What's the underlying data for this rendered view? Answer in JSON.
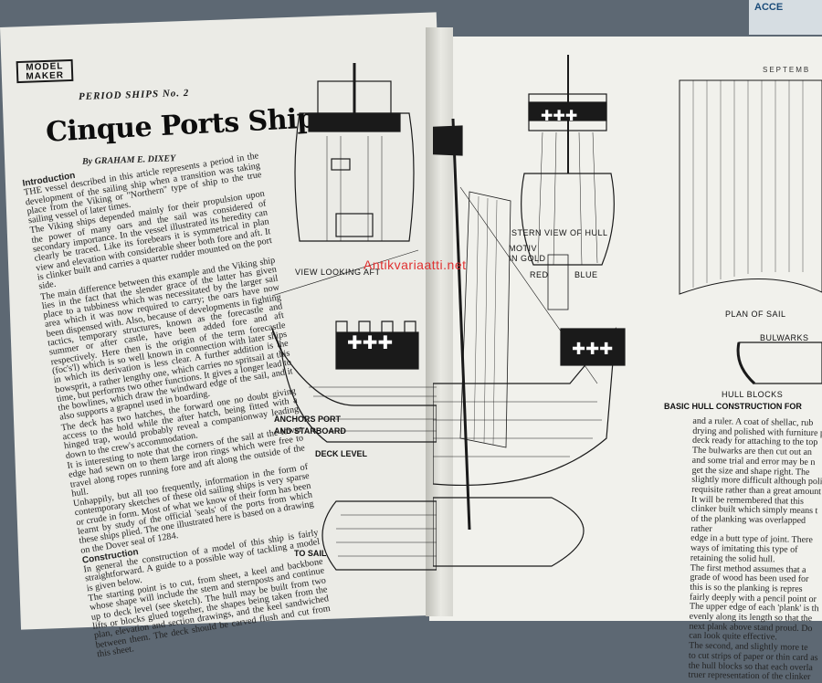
{
  "magazine": {
    "logo": "MODEL MAKER",
    "month_fragment": "SEPTEMB",
    "cover_edge_text": "ACCE"
  },
  "article": {
    "series": "PERIOD SHIPS No. 2",
    "title": "Cinque Ports Ship",
    "byline": "By GRAHAM E. DIXEY",
    "sections": [
      {
        "heading": "Introduction",
        "paragraphs": [
          "THE vessel described in this article represents a period in the development of the sailing ship when a transition was taking place from the Viking or \"Northern\" type of ship to the true sailing vessel of later times.",
          "The Viking ships depended mainly for their propulsion upon the power of many oars and the sail was considered of secondary importance. In the vessel illustrated its heredity can clearly be traced. Like its forebears it is symmetrical in plan view and elevation with considerable sheer both fore and aft. It is clinker built and carries a quarter rudder mounted on the port side.",
          "The main difference between this example and the Viking ship lies in the fact that the slender grace of the latter has given place to a tubbiness which was necessitated by the larger sail area which it was now required to carry; the oars have now been dispensed with. Also, because of developments in fighting tactics, temporary structures, known as the forecastle and summer or after castle, have been added fore and aft respectively. Here then is the origin of the term forecastle (foc's'l) which is so well known in connection with later ships in which its derivation is less clear. A further addition is the bowsprit, a rather lengthy one, which carries no spritsail at this time, but performs two other functions. It gives a longer lead to the bowlines, which draw the windward edge of the sail, and it also supports a grapnel used in boarding.",
          "The deck has two hatches, the forward one no doubt giving access to the hold while the after hatch, being fitted with a hinged trap, would probably reveal a companionway leading down to the crew's accommodation.",
          "It is interesting to note that the corners of the sail at the lower edge had sewn on to them large iron rings which were free to travel along ropes running fore and aft along the outside of the hull.",
          "Unhappily, but all too frequently, information in the form of contemporary sketches of these old sailing ships is very sparse or crude in form. Most of what we know of their form has been learnt by study of the official 'seals' of the ports from which these ships plied. The one illustrated here is based on a drawing on the Dover seal of 1284."
        ]
      },
      {
        "heading": "Construction",
        "paragraphs": [
          "In general the construction of a model of this ship is fairly straightforward. A guide to a possible way of tackling a model is given below.",
          "The starting point is to cut, from sheet, a keel and backbone whose shape will include the stem and sternposts and continue up to deck level (see sketch). The hull may be built from two lifts or blocks glued together, the shapes being taken from the plan, elevation and section drawings, and the keel sandwiched between them. The deck should be carved flush and cut from this sheet."
        ]
      }
    ]
  },
  "drawings": {
    "view_looking_aft": "VIEW LOOKING AFT",
    "stern_view": "STERN VIEW OF HULL",
    "motiv": "MOTIV",
    "in_gold": "IN GOLD",
    "red": "RED",
    "blue": "BLUE",
    "plan_of_sail": "PLAN OF SAIL",
    "bulwarks": "BULWARKS",
    "hull_blocks": "HULL BLOCKS",
    "basic_hull": "BASIC HULL CONSTRUCTION FOR",
    "anchors_port": "ANCHORS PORT",
    "and_starboard": "AND STARBOARD",
    "deck_level": "DECK LEVEL",
    "to_sail": "TO SAIL"
  },
  "right_column": {
    "lines": [
      "and a ruler. A coat of shellac, rub",
      "drying and polished with furniture p",
      "deck ready for attaching to the top",
      "The bulwarks are then cut out an",
      "and some trial and error may be n",
      "get the size and shape right. The",
      "slightly more difficult although poli",
      "requisite rather than a great amount",
      "It will be remembered that this",
      "clinker built which simply means t",
      "of the planking was overlapped rather",
      "edge in a butt type of joint. There",
      "ways of imitating this type of",
      "retaining the solid hull.",
      "The first method assumes that a",
      "grade of wood has been used for",
      "this is so the planking is repres",
      "fairly deeply with a pencil point or",
      "The upper edge of each 'plank' is th",
      "evenly along its length so that the",
      "next plank above stand proud. Do",
      "can look quite effective.",
      "The second, and slightly more te",
      "to cut strips of paper or thin card as",
      "the hull blocks so that each overla",
      "truer representation of the clinker"
    ]
  },
  "watermark": "Antikvariaatti.net",
  "colors": {
    "page": "#ebebe6",
    "ink": "#1a1a1a",
    "background": "#5d6873",
    "watermark": "#e03030"
  }
}
